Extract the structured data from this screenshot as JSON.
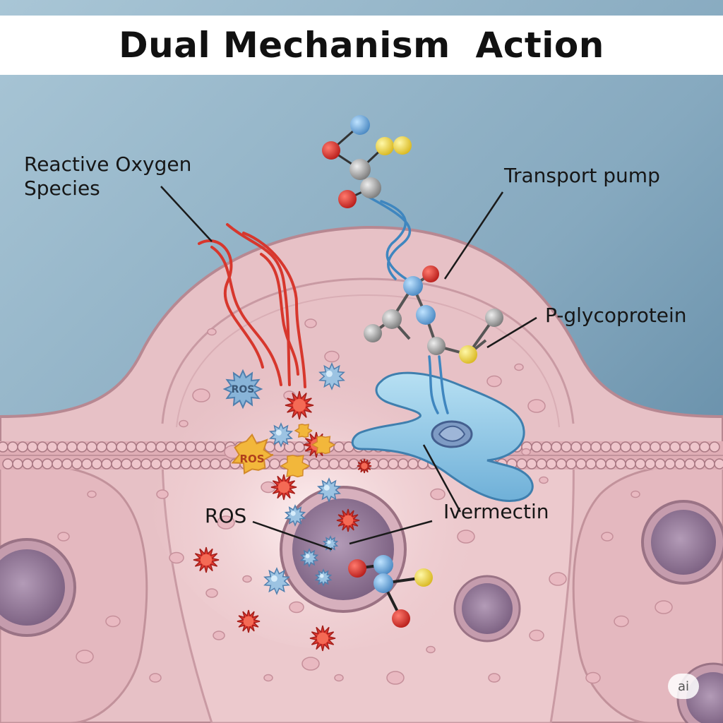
{
  "title": "Dual Mechanism  Action",
  "labels": {
    "ros_species": "Reactive Oxygen\nSpecies",
    "transport_pump": "Transport pump",
    "p_glycoprotein": "P-glycoprotein",
    "ros": "ROS",
    "ivermectin": "Ivermectin"
  },
  "particle_labels": {
    "ros_blue": "ROS",
    "ros_yellow": "ROS"
  },
  "watermark": "ai",
  "colors": {
    "background_top": "#9fbfd0",
    "background_bottom": "#5f8aa6",
    "cell_fill": "#e9c4c8",
    "cell_edge": "#b98a93",
    "nucleus": "#8a6f8e",
    "ros_red": "#d7302a",
    "ros_blue": "#86b2d6",
    "ros_yellow": "#f1b93b",
    "transporter": "#8fc6e4",
    "atom_red": "#d42a26",
    "atom_blue": "#5f9ed1",
    "atom_grey": "#9a9a9a",
    "atom_yellow": "#f0dd44"
  }
}
